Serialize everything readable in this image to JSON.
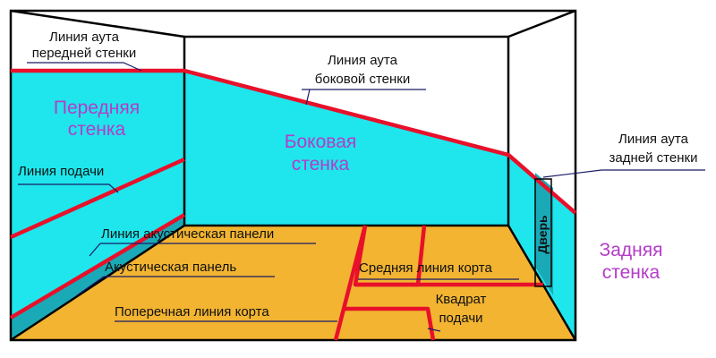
{
  "labels": {
    "front_out_line": [
      "Линия аута",
      "передней стенки"
    ],
    "side_out_line": [
      "Линия аута",
      "боковой стенки"
    ],
    "back_out_line": [
      "Линия аута",
      "задней стенки"
    ],
    "service_line": "Линия подачи",
    "tin_line": "Линия акустическая панели",
    "tin_panel": "Акустическая панель",
    "middle_court_line": "Средняя линия корта",
    "short_line": "Поперечная линия корта",
    "service_box": [
      "Квадрат",
      "подачи"
    ],
    "door": "Дверь"
  },
  "walls": {
    "front": [
      "Передняя",
      "стенка"
    ],
    "side": [
      "Боковая",
      "стенка"
    ],
    "back": [
      "Задняя",
      "стенка"
    ]
  },
  "colors": {
    "wall_fill": "#1ee6ec",
    "floor_fill": "#f2b431",
    "court_line": "#e8102a",
    "outline": "#000000",
    "wall_title": "#b43cc8",
    "tin_panel": "#1aaab7"
  }
}
